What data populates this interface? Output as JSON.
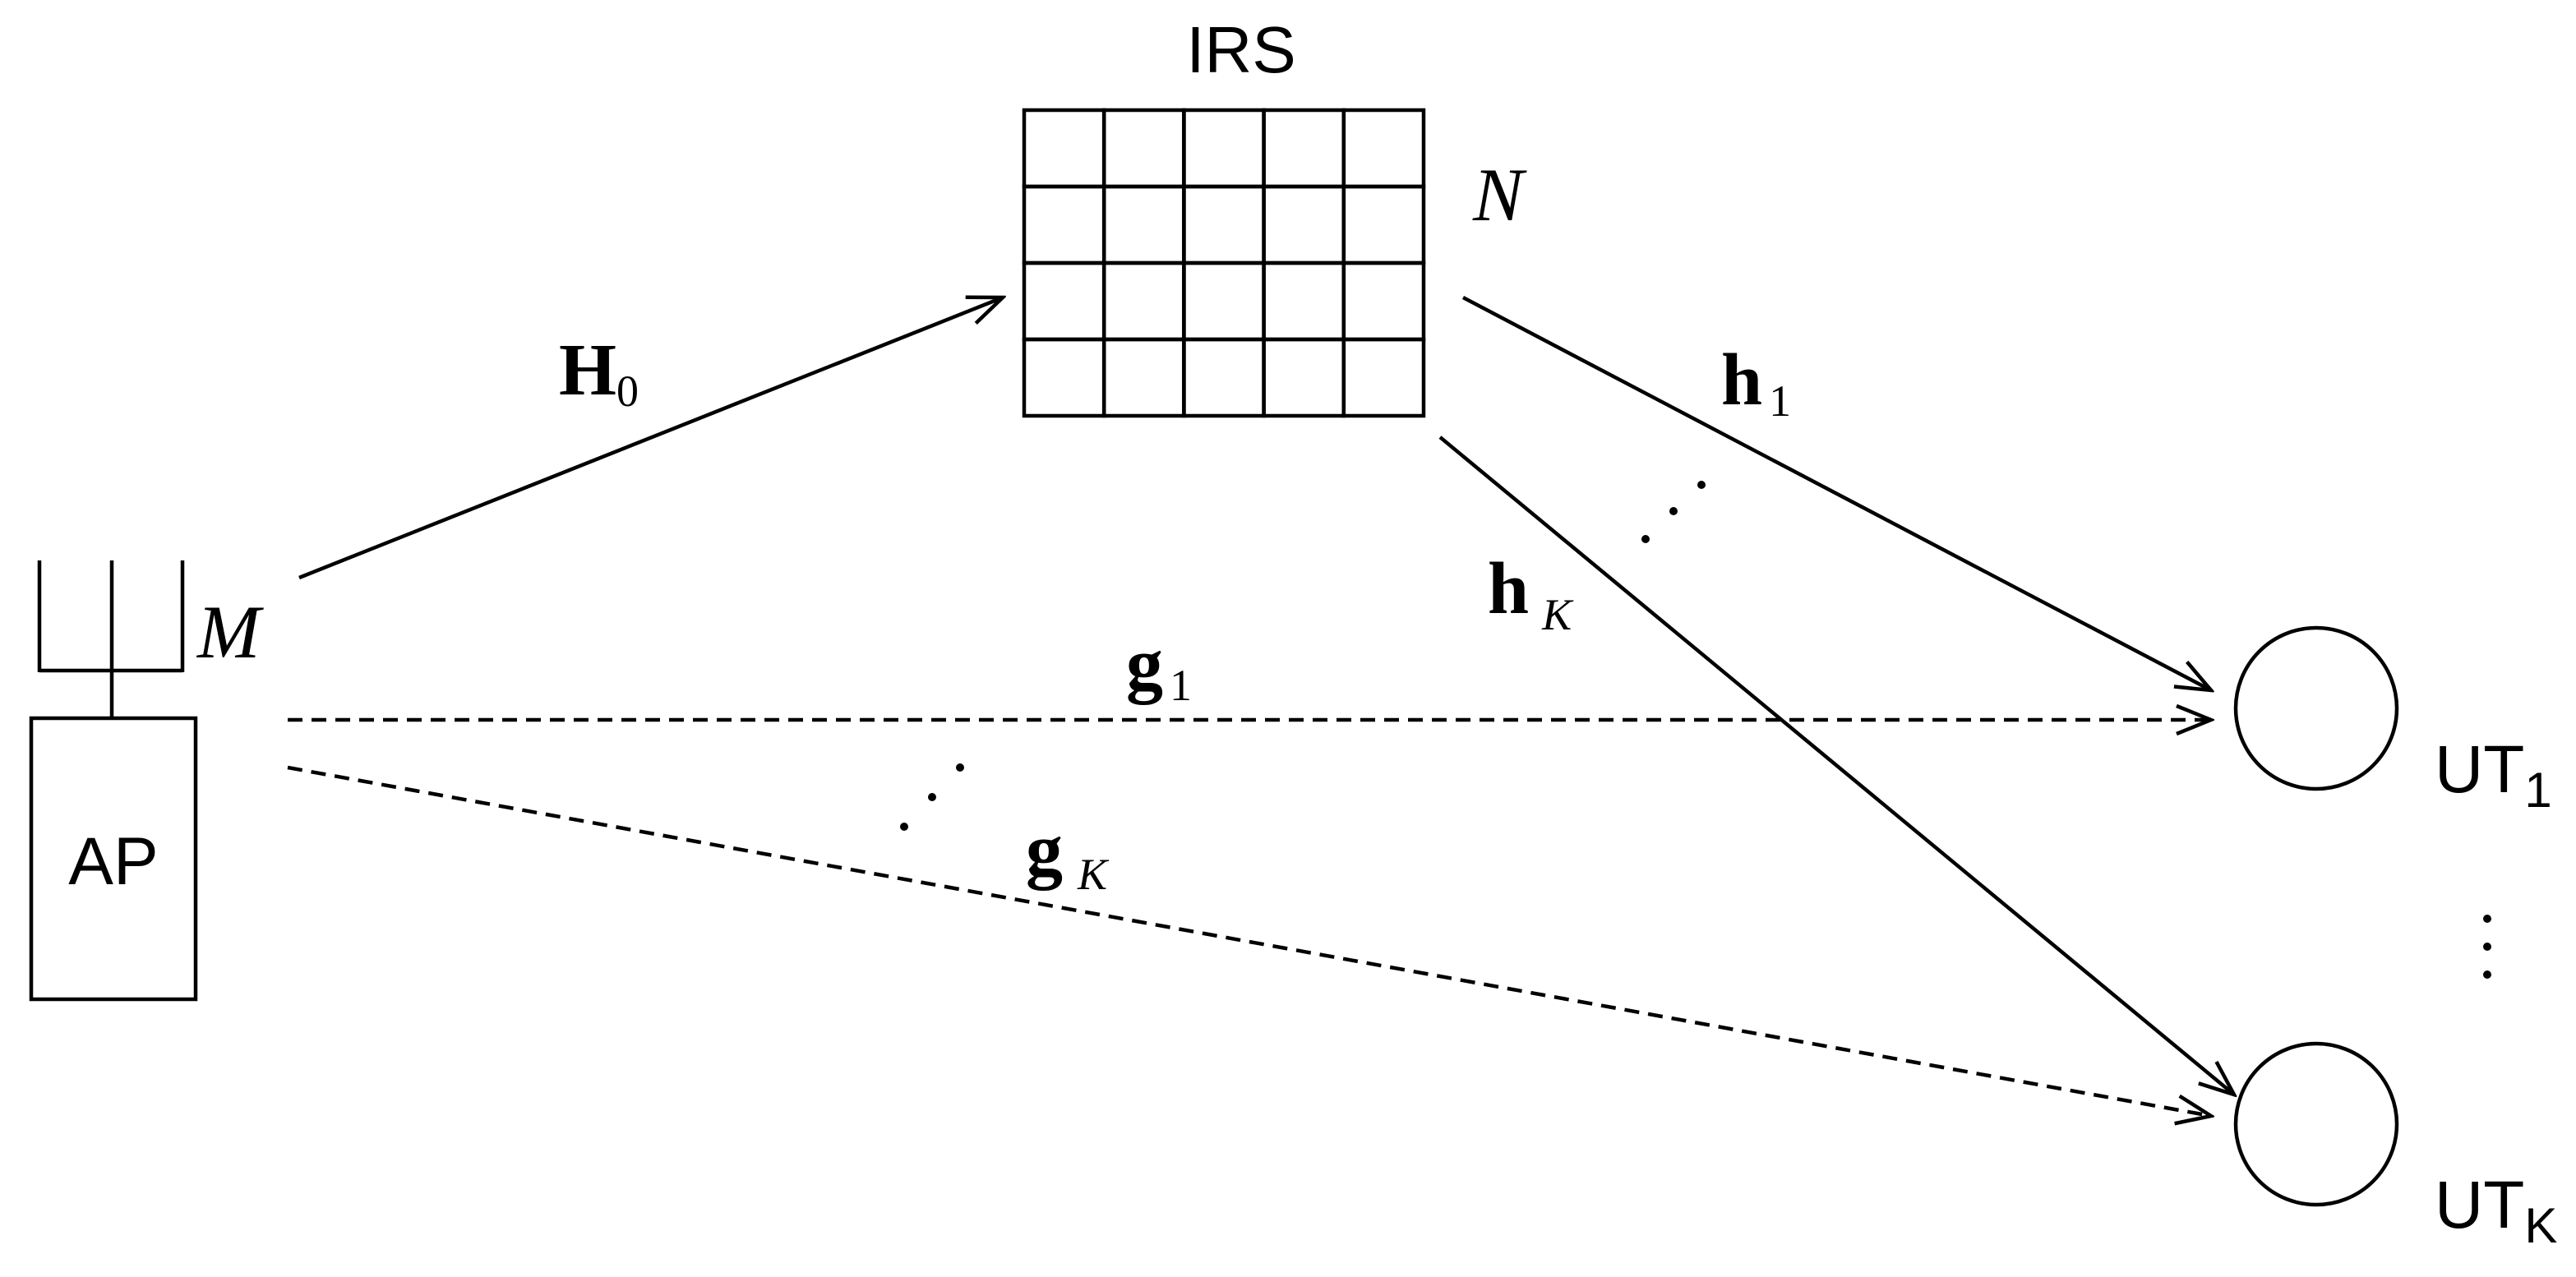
{
  "nodes": {
    "irs": {
      "label": "IRS",
      "elements_label": "N",
      "grid_rows": 4,
      "grid_cols": 5
    },
    "ap": {
      "label": "AP",
      "antennas_label": "M"
    },
    "ut1": {
      "label": "UT",
      "subscript": "1"
    },
    "utk": {
      "label": "UT",
      "subscript": "K"
    }
  },
  "links": {
    "H0": {
      "symbol": "H",
      "subscript": "0",
      "style": "solid"
    },
    "h1": {
      "symbol": "h",
      "subscript": "1",
      "style": "solid"
    },
    "hK": {
      "symbol": "h",
      "subscript": "K",
      "style": "solid"
    },
    "g1": {
      "symbol": "g",
      "subscript": "1",
      "style": "dashed"
    },
    "gK": {
      "symbol": "g",
      "subscript": "K",
      "style": "dashed"
    }
  }
}
